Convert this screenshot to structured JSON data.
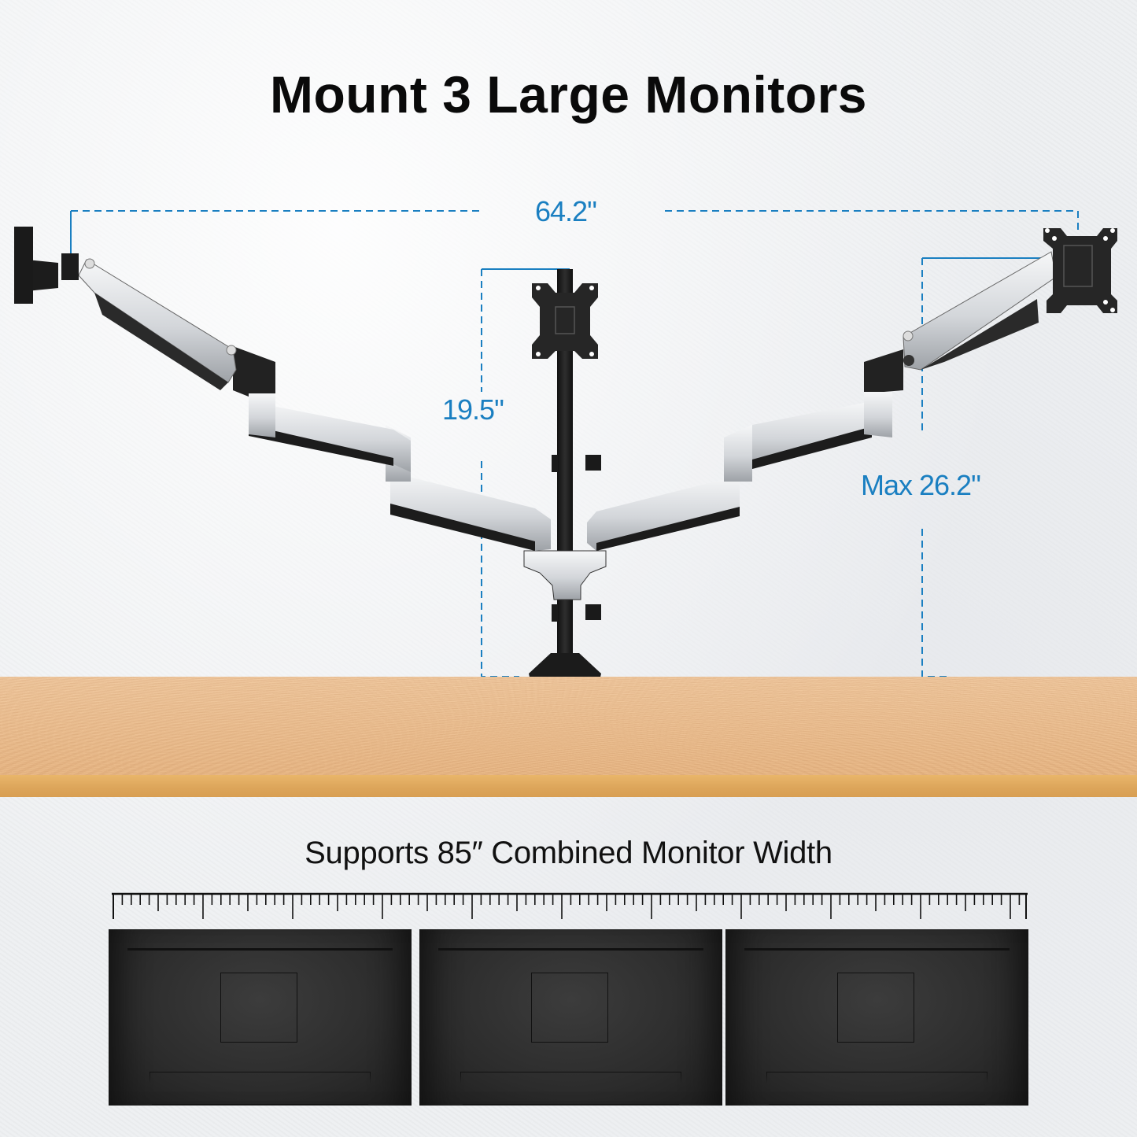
{
  "title": "Mount 3 Large Monitors",
  "dimensions": {
    "total_width": "64.2\"",
    "pole_height": "19.5\"",
    "max_height": "Max 26.2\""
  },
  "subtitle": "Supports 85″ Combined Monitor Width",
  "monitors": [
    {
      "label": "monitor-left"
    },
    {
      "label": "monitor-center"
    },
    {
      "label": "monitor-right"
    }
  ],
  "colors": {
    "dimension_blue": "#1a7fc1",
    "arm_silver": "#d9dbde",
    "arm_black": "#1e1e1e",
    "wood": "#ecbf90"
  }
}
